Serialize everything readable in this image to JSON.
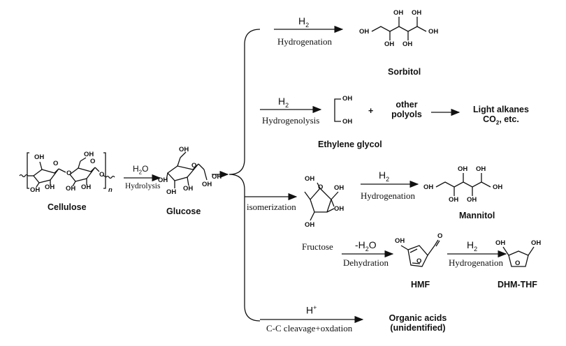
{
  "reagents": {
    "h2_sym": "H",
    "h2_sub": "2",
    "h2o_sym": "H",
    "h2o_sub": "2",
    "h2o_tail": "O",
    "minus_h2o_pre": "-H",
    "minus_h2o_sub": "2",
    "minus_h2o_tail": "O",
    "h_plus_sym": "H",
    "h_plus_sup": "+"
  },
  "steps": {
    "hydrolysis": "Hydrolysis",
    "hydrogenation": "Hydrogenation",
    "hydrogenolysis": "Hydrogenolysis",
    "isomerization": "isomerization",
    "dehydration": "Dehydration",
    "cc_cleavage": "C-C cleavage+oxdation"
  },
  "compounds": {
    "cellulose": "Cellulose",
    "glucose": "Glucose",
    "sorbitol": "Sorbitol",
    "ethylene_glycol": "Ethylene glycol",
    "other_polyols_line1": "other",
    "other_polyols_line2": "polyols",
    "plus": "+",
    "light_alkanes_line1": "Light alkanes",
    "co2_pre": "CO",
    "co2_sub": "2",
    "co2_tail": ", etc.",
    "mannitol": "Mannitol",
    "fructose": "Fructose",
    "hmf": "HMF",
    "dhm_thf": "DHM-THF",
    "organic_acids_line1": "Organic acids",
    "organic_acids_line2": "(unidentified)"
  },
  "atoms": {
    "oh": "OH",
    "o": "O",
    "n": "n"
  },
  "colors": {
    "ink": "#111111",
    "background": "#ffffff"
  }
}
